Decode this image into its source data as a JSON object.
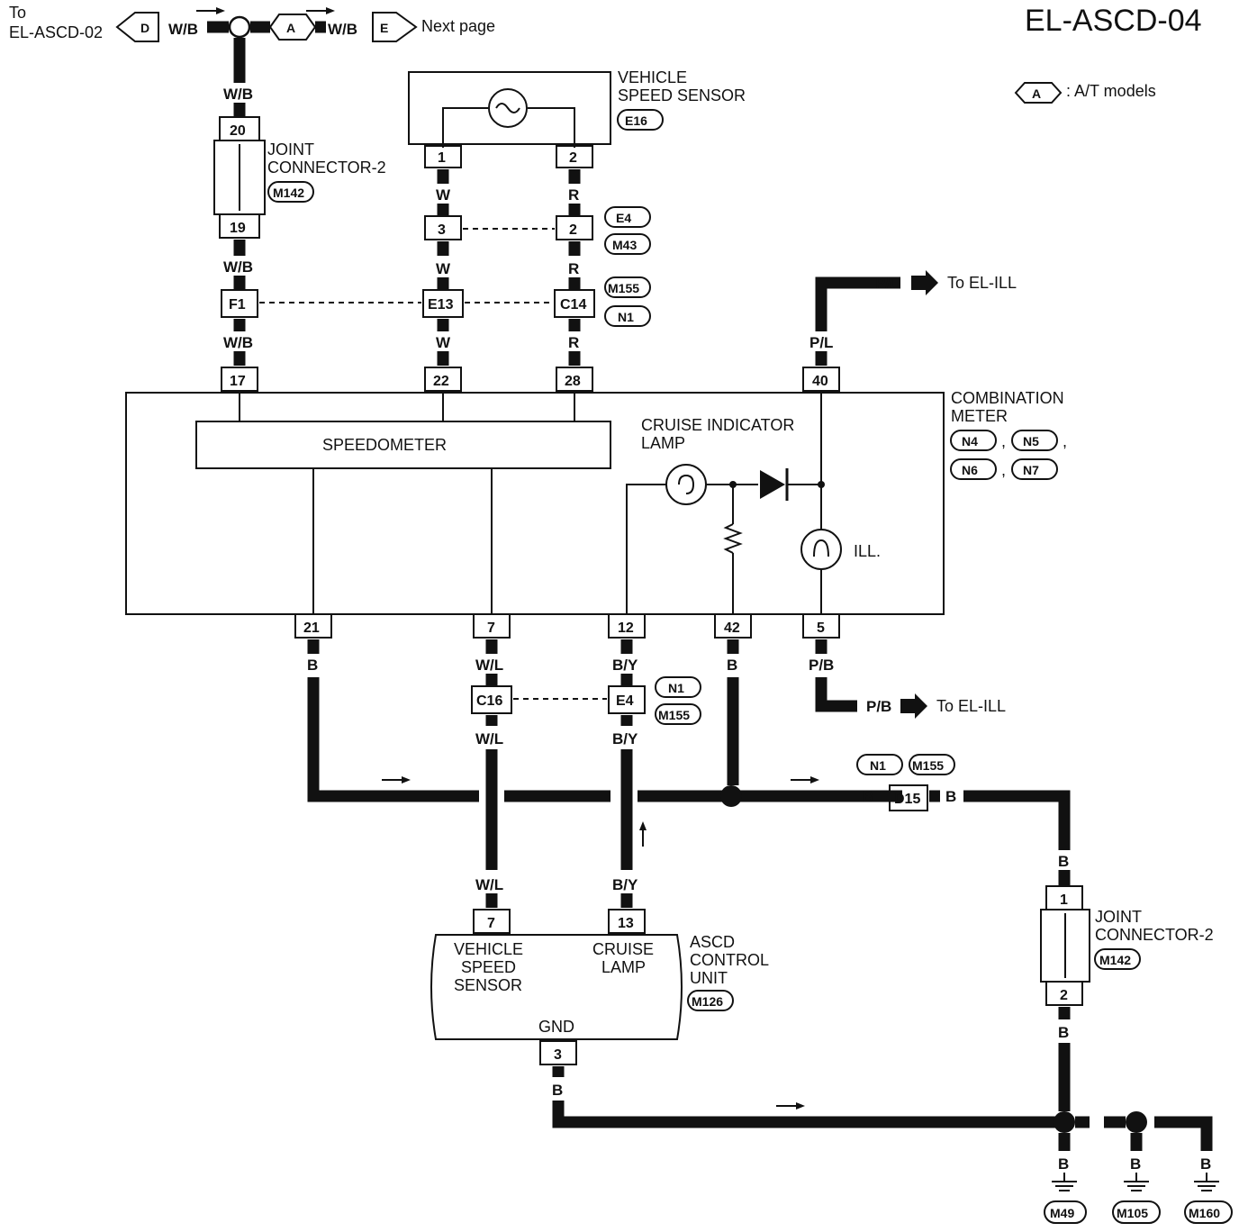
{
  "title": "EL-ASCD-04",
  "legend": {
    "tag": "A",
    "text": ": A/T models"
  },
  "top": {
    "to_label": "To",
    "to_target": "EL-ASCD-02",
    "left_tag": "D",
    "mid_tag": "A",
    "right_tag": "E",
    "next_page": "Next page",
    "wire": "W/B"
  },
  "vss": {
    "name1": "VEHICLE",
    "name2": "SPEED SENSOR",
    "code": "E16",
    "pin1": "1",
    "pin2": "2"
  },
  "joint_top": {
    "name1": "JOINT",
    "name2": "CONNECTOR-2",
    "code": "M142",
    "pin_top": "20",
    "pin_bottom": "19"
  },
  "joint_bottom": {
    "name1": "JOINT",
    "name2": "CONNECTOR-2",
    "code": "M142",
    "pin_top": "1",
    "pin_bottom": "2"
  },
  "wires": {
    "wb": "W/B",
    "w": "W",
    "r": "R",
    "pl": "P/L",
    "pb": "P/B",
    "b": "B",
    "wl": "W/L",
    "by": "B/Y"
  },
  "conn_e4m43": {
    "pin_left": "3",
    "pin_right": "2",
    "tag1": "E4",
    "tag2": "M43"
  },
  "conn_row3": {
    "f1": "F1",
    "e13": "E13",
    "c14": "C14",
    "tag1": "M155",
    "tag2": "N1"
  },
  "meter": {
    "name1": "COMBINATION",
    "name2": "METER",
    "codes": [
      "N4",
      "N5",
      "N6",
      "N7"
    ],
    "sep": ",",
    "speedometer": "SPEEDOMETER",
    "cruise1": "CRUISE INDICATOR",
    "cruise2": "LAMP",
    "ill": "ILL.",
    "top_pins": [
      "17",
      "22",
      "28",
      "40"
    ],
    "bottom_pins": [
      "21",
      "7",
      "12",
      "42",
      "5"
    ]
  },
  "ill_links": {
    "to": "To EL-ILL"
  },
  "conn_c16e4": {
    "left": "C16",
    "right": "E4",
    "tag1": "N1",
    "tag2": "M155"
  },
  "d15": {
    "name": "D15",
    "tag1": "N1",
    "tag2": "M155"
  },
  "ascd": {
    "name1": "ASCD",
    "name2": "CONTROL",
    "name3": "UNIT",
    "code": "M126",
    "vss1": "VEHICLE",
    "vss2": "SPEED",
    "vss3": "SENSOR",
    "lamp1": "CRUISE",
    "lamp2": "LAMP",
    "gnd": "GND",
    "pin_vss": "7",
    "pin_lamp": "13",
    "pin_gnd": "3"
  },
  "grounds": [
    "M49",
    "M105",
    "M160"
  ]
}
